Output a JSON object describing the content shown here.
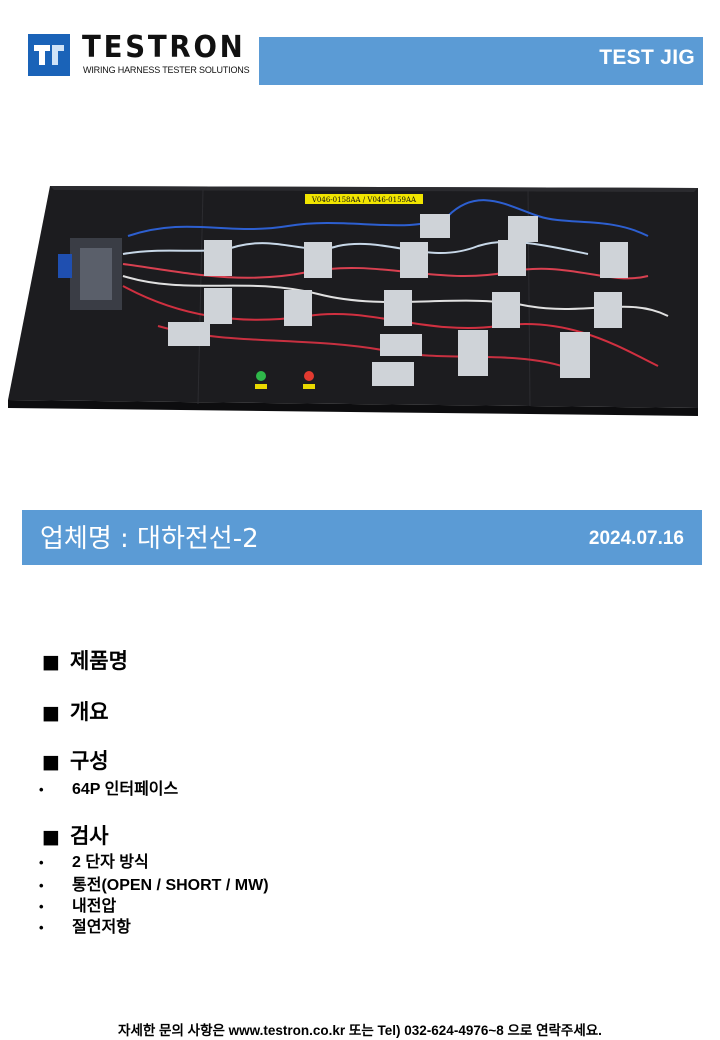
{
  "header": {
    "logo_name": "TESTRON",
    "logo_tagline": "WIRING HARNESS TESTER SOLUTIONS",
    "title": "TEST JIG"
  },
  "photo": {
    "label": "V046-0158AA / V046-0159AA"
  },
  "band": {
    "company": "업체명 : 대하전선-2",
    "date": "2024.07.16"
  },
  "sections": {
    "product": {
      "marker": "■",
      "title": "제품명"
    },
    "overview": {
      "marker": "■",
      "title": "개요"
    },
    "composition": {
      "marker": "■",
      "title": "구성",
      "items": [
        "64P 인터페이스"
      ]
    },
    "inspection": {
      "marker": "■",
      "title": "검사",
      "items": [
        "2 단자 방식",
        "통전(OPEN / SHORT / MW)",
        "내전압",
        "절연저항"
      ]
    }
  },
  "bullet": "•",
  "footer": "자세한 문의 사항은 www.testron.co.kr 또는 Tel) 032-624-4976~8 으로 연락주세요.",
  "colors": {
    "accent": "#5b9bd5",
    "board": "#1f1f22",
    "brand_blue": "#1a63b8"
  }
}
